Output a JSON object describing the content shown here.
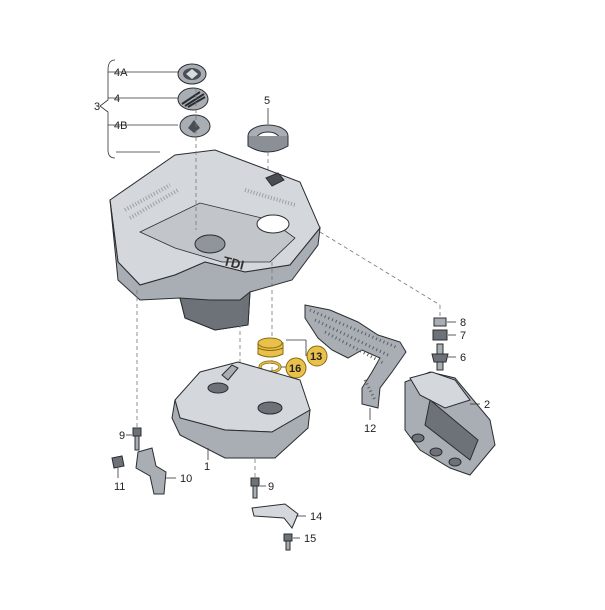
{
  "labels": {
    "p3": "3",
    "p4A": "4A",
    "p4": "4",
    "p4B": "4B",
    "p5": "5",
    "p8": "8",
    "p7": "7",
    "p13": "13",
    "p16": "16",
    "p6": "6",
    "p2": "2",
    "p12": "12",
    "p9": "9",
    "p1": "1",
    "p11": "11",
    "p10": "10",
    "p14": "14",
    "p15": "15",
    "logo": "TDI"
  },
  "colors": {
    "highlight": "#e8c04a",
    "part_dark": "#6d7278",
    "part_mid": "#a9aeb4",
    "part_light": "#d4d8dc"
  }
}
